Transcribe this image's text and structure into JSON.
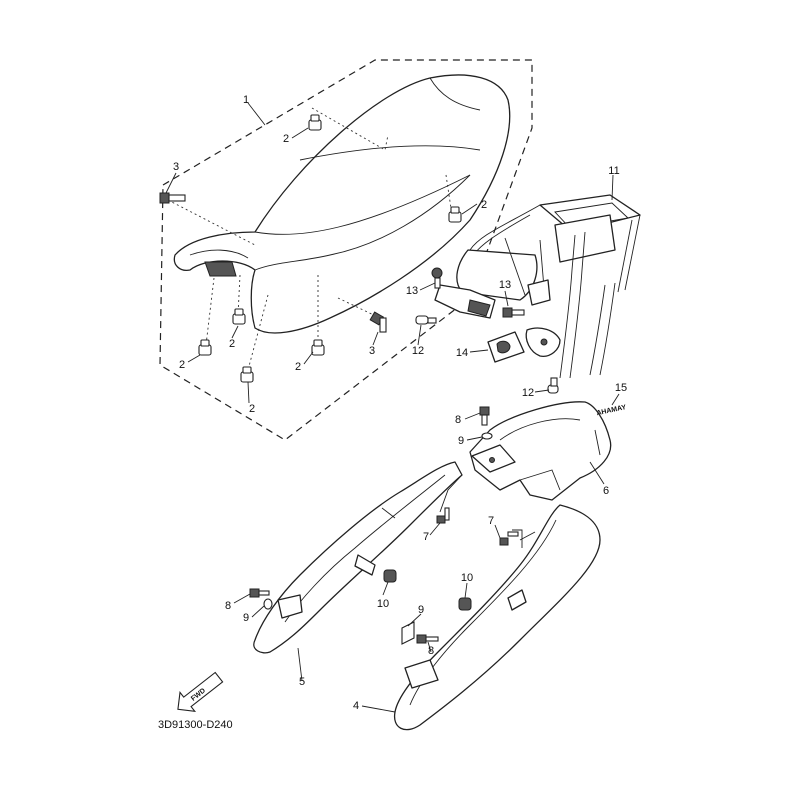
{
  "diagram_code": "3D91300-D240",
  "fwd_label": "FWD",
  "part15_text": "AHAMAY",
  "callouts": {
    "c1": "1",
    "c2a": "2",
    "c2b": "2",
    "c2c": "2",
    "c2d": "2",
    "c2e": "2",
    "c2f": "2",
    "c3a": "3",
    "c3b": "3",
    "c4": "4",
    "c5": "5",
    "c6": "6",
    "c7a": "7",
    "c7b": "7",
    "c8a": "8",
    "c8b": "8",
    "c8c": "8",
    "c9a": "9",
    "c9b": "9",
    "c9c": "9",
    "c10a": "10",
    "c10b": "10",
    "c11": "11",
    "c12a": "12",
    "c12b": "12",
    "c13a": "13",
    "c13b": "13",
    "c14": "14",
    "c15": "15"
  }
}
